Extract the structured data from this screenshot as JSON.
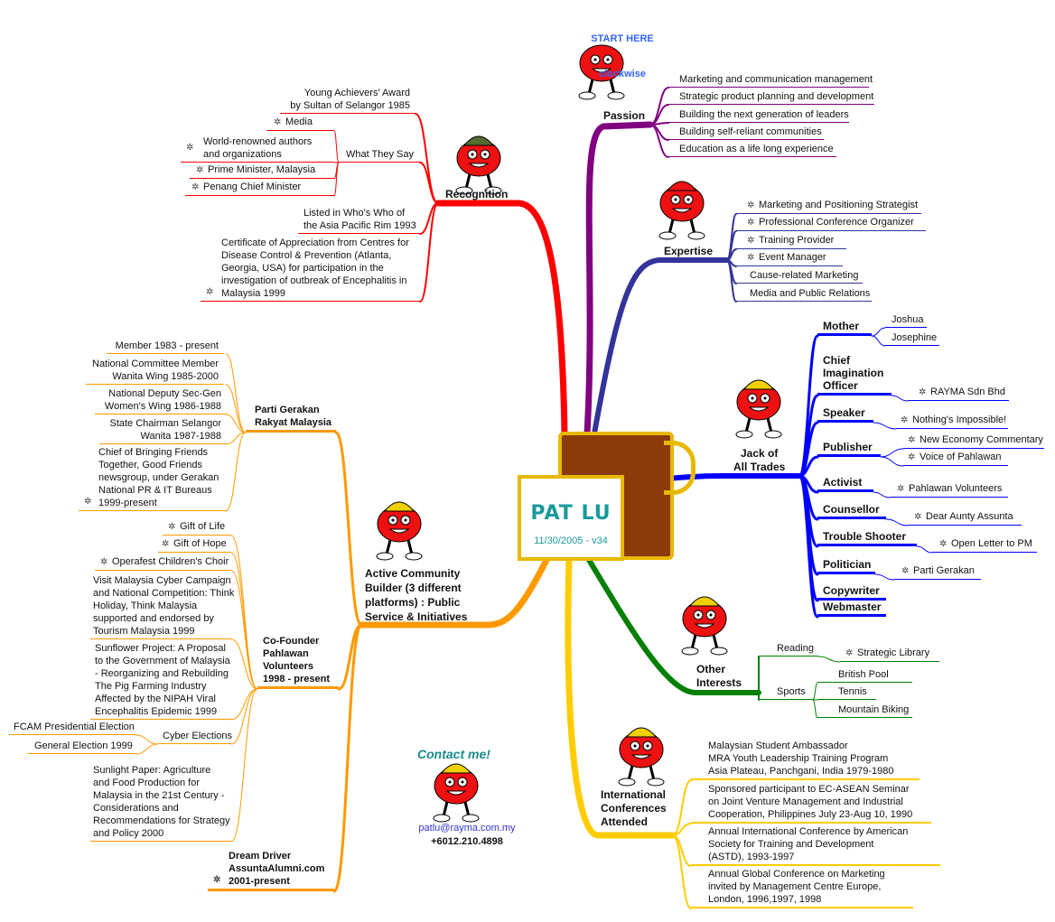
{
  "start": {
    "line1": "START HERE",
    "line2": "clockwise"
  },
  "center": {
    "name": "PAT LU",
    "date": "11/30/2005 - v34"
  },
  "colors": {
    "passion": "#800080",
    "recognition": "#ff0000",
    "expertise": "#333399",
    "jack": "#0000ff",
    "other": "#008000",
    "international": "#ffcc00",
    "active": "#ff9900",
    "center_text": "#1a9a9a"
  },
  "passion": {
    "label": "Passion",
    "items": [
      "Marketing and communication management",
      "Strategic product planning and development",
      "Building the next generation of leaders",
      "Building self-reliant communities",
      "Education as a life long experience"
    ]
  },
  "expertise": {
    "label": "Expertise",
    "items": [
      "Marketing and Positioning Strategist",
      "Professional Conference Organizer",
      "Training Provider",
      "Event Manager",
      "Cause-related Marketing",
      "Media and Public Relations"
    ]
  },
  "jack": {
    "label": "Jack of\nAll Trades",
    "roles": [
      {
        "label": "Mother",
        "items": [
          "Joshua",
          "Josephine"
        ]
      },
      {
        "label": "Chief\nImagination\nOfficer",
        "items": [
          "RAYMA Sdn Bhd"
        ]
      },
      {
        "label": "Speaker",
        "items": [
          "Nothing's Impossible!"
        ]
      },
      {
        "label": "Publisher",
        "items": [
          "New Economy Commentary",
          "Voice of Pahlawan"
        ]
      },
      {
        "label": "Activist",
        "items": [
          "Pahlawan Volunteers"
        ]
      },
      {
        "label": "Counsellor",
        "items": [
          "Dear Aunty Assunta"
        ]
      },
      {
        "label": "Trouble Shooter",
        "items": [
          "Open Letter to PM"
        ]
      },
      {
        "label": "Politician",
        "items": [
          "Parti Gerakan"
        ]
      },
      {
        "label": "Copywriter",
        "items": []
      },
      {
        "label": "Webmaster",
        "items": []
      }
    ]
  },
  "other": {
    "label": "Other\nInterests",
    "reading": {
      "label": "Reading",
      "items": [
        "Strategic Library"
      ]
    },
    "sports": {
      "label": "Sports",
      "items": [
        "British Pool",
        "Tennis",
        "Mountain Biking"
      ]
    }
  },
  "international": {
    "label": "International\nConferences\nAttended",
    "items": [
      "Malaysian Student Ambassador\nMRA Youth Leadership Training Program\nAsia Plateau, Panchgani, India 1979-1980",
      "Sponsored participant to EC-ASEAN Seminar\non Joint Venture Management and Industrial\nCooperation, Philippines July 23-Aug 10, 1990",
      "Annual International Conference by American\nSociety for Training and Development\n(ASTD), 1993-1997",
      "Annual Global Conference on Marketing\ninvited by Management Centre Europe,\nLondon, 1996,1997, 1998"
    ]
  },
  "active": {
    "label": "Active Community\nBuilder (3 different\nplatforms) : Public\nService & Initiatives",
    "gerakan": {
      "label": "Parti Gerakan\nRakyat Malaysia",
      "items": [
        "Member 1983 - present",
        "National Committee Member\nWanita Wing 1985-2000",
        "National Deputy Sec-Gen\nWomen's Wing 1986-1988",
        "State Chairman Selangor\nWanita 1987-1988",
        "Chief of Bringing Friends\nTogether, Good Friends\nnewsgroup, under Gerakan\nNational PR & IT Bureaus\n1999-present"
      ]
    },
    "pahlawan": {
      "label": "Co-Founder\nPahlawan\nVolunteers\n1998 - present",
      "items": [
        "Gift of Life",
        "Gift of Hope",
        "Operafest Children's Choir",
        "Visit Malaysia Cyber Campaign\nand National Competition: Think\nHoliday, Think Malaysia\nsupported and endorsed by\nTourism Malaysia 1999",
        "Sunflower Project: A Proposal\nto the Government of Malaysia\n- Reorganizing and Rebuilding\nThe Pig Farming Industry\nAffected by the NIPAH Viral\nEncephalitis Epidemic 1999",
        "Sunlight Paper: Agriculture\nand Food Production for\nMalaysia in the 21st Century -\nConsiderations and\nRecommendations for Strategy\nand Policy 2000"
      ],
      "cyber": {
        "label": "Cyber Elections",
        "items": [
          "FCAM Presidential Election",
          "General Election 1999"
        ]
      }
    },
    "dream": {
      "label": "Dream Driver\nAssuntaAlumni.com\n2001-present"
    }
  },
  "recognition": {
    "label": "Recognition",
    "young": "Young Achievers' Award\nby Sultan of Selangor 1985",
    "say": {
      "label": "What They Say",
      "items": [
        "Media",
        "World-renowned authors\nand organizations",
        "Prime Minister, Malaysia",
        "Penang Chief Minister"
      ]
    },
    "whoswho": "Listed in Who's Who of\nthe Asia Pacific Rim 1993",
    "certificate": "Certificate of Appreciation from Centres for\nDisease Control & Prevention (Atlanta,\nGeorgia, USA) for participation in the\ninvestigation of outbreak of Encephalitis in\nMalaysia 1999"
  },
  "contact": {
    "title": "Contact me!",
    "email": "patlu@rayma.com.my",
    "phone": "+6012.210.4898"
  }
}
